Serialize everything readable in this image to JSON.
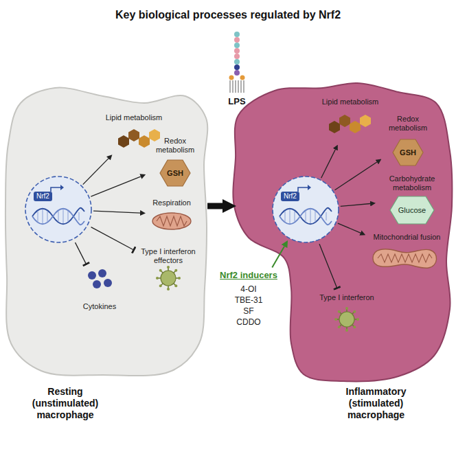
{
  "diagram": {
    "title": "Key biological processes regulated by Nrf2",
    "nodes": [
      {
        "text": [
          "Resting (unstimulated) macrophage"
        ]
      },
      {
        "text": [
          "Nrf2"
        ],
        "in": 0
      },
      {
        "text": [
          "Lipid metabolism"
        ],
        "in": 0
      },
      {
        "text": [
          "Redox metabolism",
          "GSH"
        ],
        "in": 0
      },
      {
        "text": [
          "Respiration"
        ],
        "in": 0
      },
      {
        "text": [
          "Type I interferon effectors"
        ],
        "in": 0
      },
      {
        "text": [
          "Cytokines"
        ],
        "in": 0
      },
      {
        "text": [
          "Inflammatory (stimulated) macrophage"
        ]
      },
      {
        "text": [
          "Nrf2"
        ],
        "in": 7
      },
      {
        "text": [
          "Lipid metabolism"
        ],
        "in": 7
      },
      {
        "text": [
          "Redox metabolism",
          "GSH"
        ],
        "in": 7
      },
      {
        "text": [
          "Carbohydrate metabolism",
          "Glucose"
        ],
        "in": 7
      },
      {
        "text": [
          "Mitochondrial fusion"
        ],
        "in": 7
      },
      {
        "text": [
          "Type I interferon"
        ],
        "in": 7
      },
      {
        "text": [
          "Nrf2 inducers",
          "4-OI",
          "TBE-31",
          "SF",
          "CDDO"
        ]
      }
    ],
    "edges": [
      {
        "from": 1,
        "to": 2,
        "arrow": "to"
      },
      {
        "from": 1,
        "to": 3,
        "arrow": "to"
      },
      {
        "from": 1,
        "to": 4,
        "arrow": "to"
      },
      {
        "from": 1,
        "to": 5,
        "arrow": "to"
      },
      {
        "from": 1,
        "to": 6,
        "arrow": "to"
      },
      {
        "from": 8,
        "to": 9,
        "arrow": "to"
      },
      {
        "from": 8,
        "to": 10,
        "arrow": "to"
      },
      {
        "from": 8,
        "to": 11,
        "arrow": "to"
      },
      {
        "from": 8,
        "to": 12,
        "arrow": "to"
      },
      {
        "from": 8,
        "to": 13,
        "arrow": "to"
      },
      {
        "from": 0,
        "to": 7,
        "arrow": "to"
      },
      {
        "from": 14,
        "to": 8,
        "arrow": "to"
      }
    ],
    "labels": [
      "LPS"
    ]
  }
}
